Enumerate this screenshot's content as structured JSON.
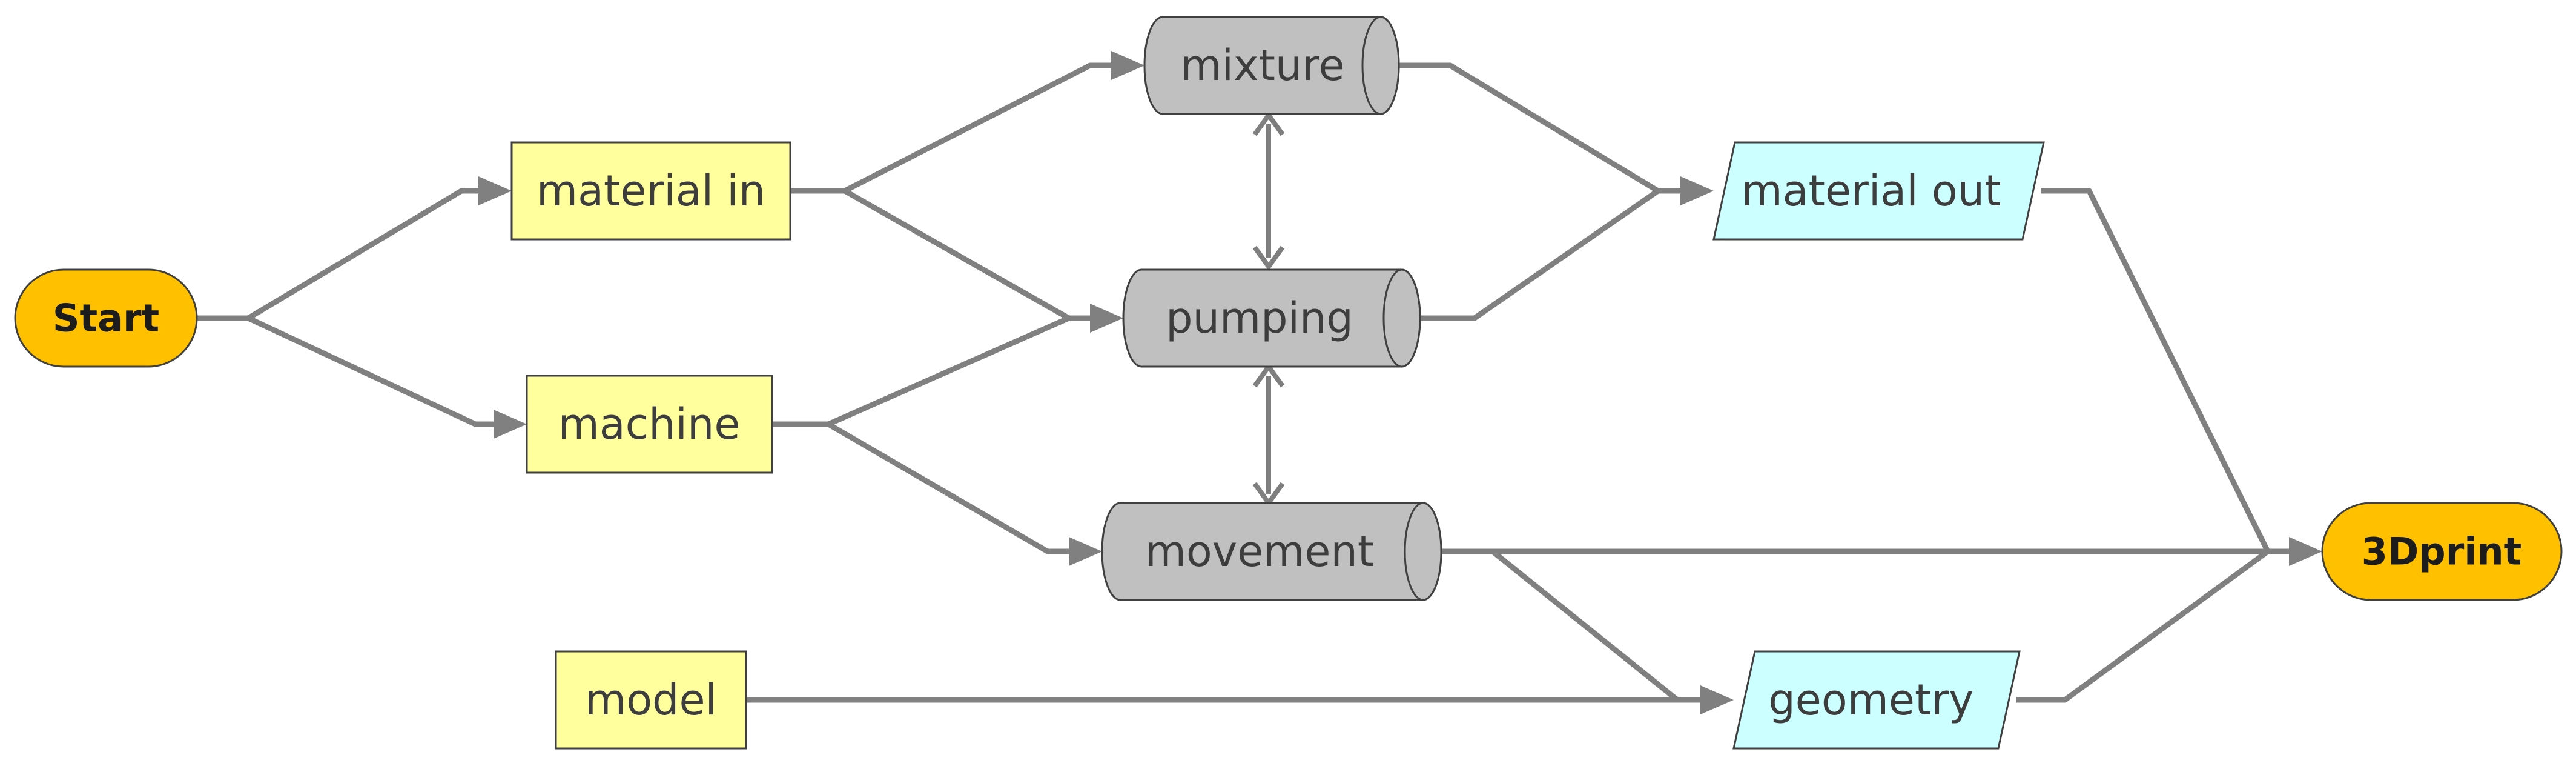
{
  "colors": {
    "terminal": "#ffc000",
    "input": "#ffff9e",
    "process": "#c0c0c0",
    "output": "#ccffff",
    "edge": "#808080",
    "outline": "#404040"
  },
  "nodes": {
    "start": "Start",
    "material_in": "material in",
    "machine": "machine",
    "model": "model",
    "mixture": "mixture",
    "pumping": "pumping",
    "movement": "movement",
    "material_out": "material out",
    "geometry": "geometry",
    "print3d": "3Dprint"
  }
}
